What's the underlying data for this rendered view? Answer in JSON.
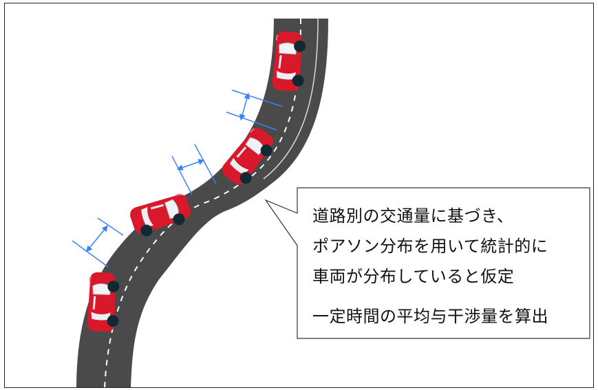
{
  "callout": {
    "lines": [
      "道路別の交通量に基づき、",
      "ポアソン分布を用いて統計的に",
      "車両が分布していると仮定"
    ],
    "result": "一定時間の平均与干渉量を算出"
  },
  "colors": {
    "road": "#4a4a4a",
    "lane_marking": "#ffffff",
    "car_body": "#d8182b",
    "window": "#e8eaee",
    "wheel": "#0f2a33",
    "spacing_marker": "#3b82f6"
  },
  "icons": [
    "car-icon",
    "double-arrow-icon"
  ]
}
